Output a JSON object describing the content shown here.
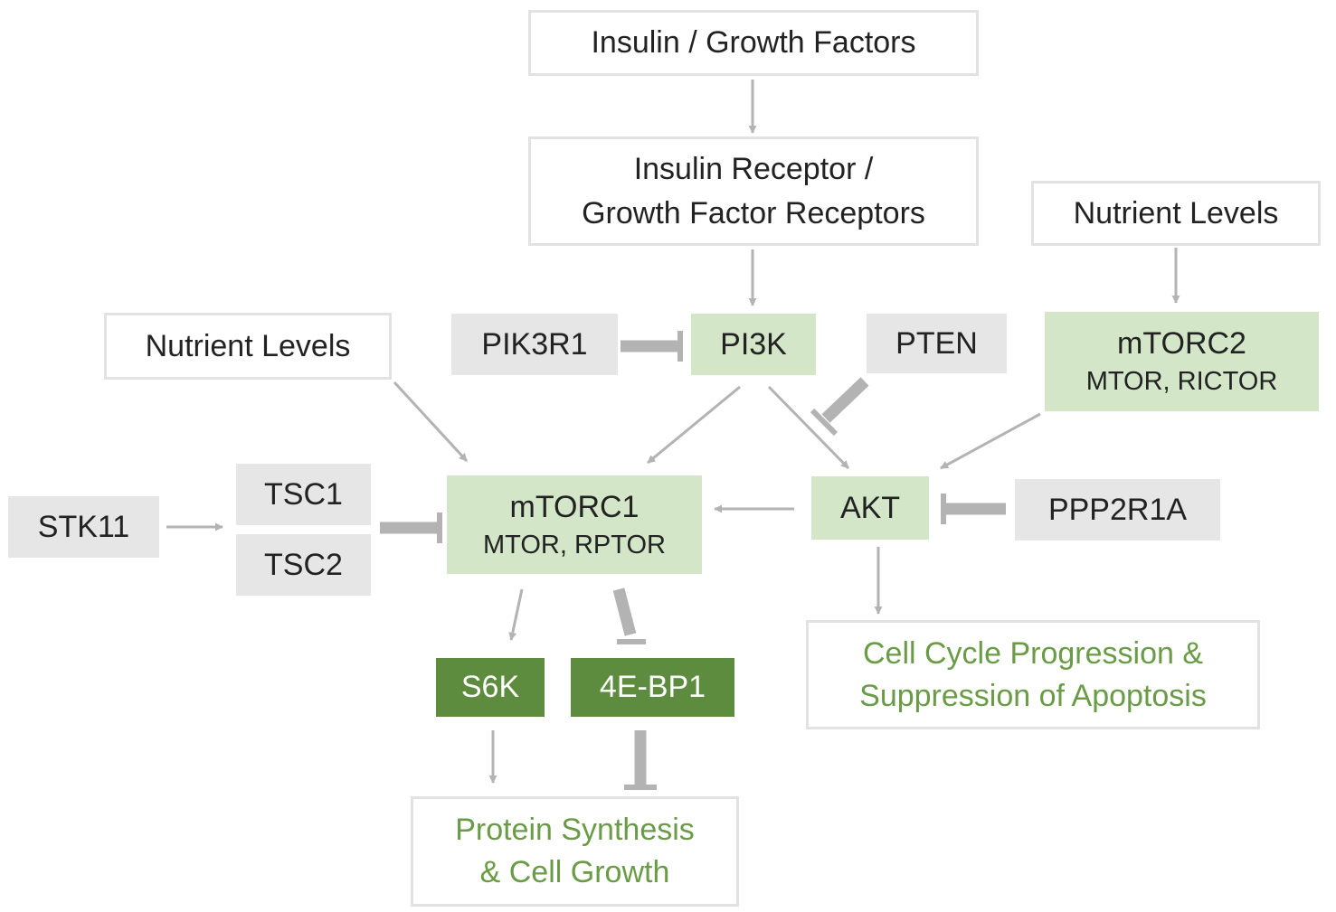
{
  "colors": {
    "arrow": "#b3b3b3",
    "outline_border": "#e2e2e2",
    "gray_fill": "#e6e6e6",
    "light_green_fill": "#d3e7c8",
    "dark_green_fill": "#5e8c3e",
    "outcome_text": "#6a9b46"
  },
  "nodes": {
    "insulin_growth_factors": "Insulin / Growth Factors",
    "insulin_receptor": [
      "Insulin Receptor /",
      "Growth Factor Receptors"
    ],
    "nutrient_levels_right": "Nutrient Levels",
    "nutrient_levels_left": "Nutrient Levels",
    "pik3r1": "PIK3R1",
    "pi3k": "PI3K",
    "pten": "PTEN",
    "mtorc2": {
      "title": "mTORC2",
      "subtitle": "MTOR, RICTOR"
    },
    "stk11": "STK11",
    "tsc1": "TSC1",
    "tsc2": "TSC2",
    "mtorc1": {
      "title": "mTORC1",
      "subtitle": "MTOR, RPTOR"
    },
    "akt": "AKT",
    "ppp2r1a": "PPP2R1A",
    "s6k": "S6K",
    "fourebp1": "4E-BP1",
    "cell_cycle": [
      "Cell Cycle Progression &",
      "Suppression of Apoptosis"
    ],
    "protein_synthesis": [
      "Protein Synthesis",
      "& Cell Growth"
    ]
  },
  "edges": [
    {
      "from": "Insulin / Growth Factors",
      "to": "Insulin Receptor / Growth Factor Receptors",
      "type": "activation"
    },
    {
      "from": "Insulin Receptor / Growth Factor Receptors",
      "to": "PI3K",
      "type": "activation"
    },
    {
      "from": "Nutrient Levels",
      "to": "mTORC2",
      "type": "activation"
    },
    {
      "from": "PIK3R1",
      "to": "PI3K",
      "type": "inhibition"
    },
    {
      "from": "PI3K",
      "to": "mTORC1",
      "type": "activation"
    },
    {
      "from": "PI3K",
      "to": "AKT",
      "type": "activation"
    },
    {
      "from": "PTEN",
      "to": "AKT",
      "type": "inhibition"
    },
    {
      "from": "mTORC2",
      "to": "AKT",
      "type": "activation"
    },
    {
      "from": "Nutrient Levels",
      "to": "mTORC1",
      "type": "activation"
    },
    {
      "from": "STK11",
      "to": "TSC1/TSC2",
      "type": "activation"
    },
    {
      "from": "TSC1/TSC2",
      "to": "mTORC1",
      "type": "inhibition"
    },
    {
      "from": "AKT",
      "to": "mTORC1",
      "type": "activation"
    },
    {
      "from": "PPP2R1A",
      "to": "AKT",
      "type": "inhibition"
    },
    {
      "from": "AKT",
      "to": "Cell Cycle Progression & Suppression of Apoptosis",
      "type": "activation"
    },
    {
      "from": "mTORC1",
      "to": "S6K",
      "type": "activation"
    },
    {
      "from": "mTORC1",
      "to": "4E-BP1",
      "type": "inhibition"
    },
    {
      "from": "S6K",
      "to": "Protein Synthesis & Cell Growth",
      "type": "activation"
    },
    {
      "from": "4E-BP1",
      "to": "Protein Synthesis & Cell Growth",
      "type": "inhibition"
    }
  ]
}
